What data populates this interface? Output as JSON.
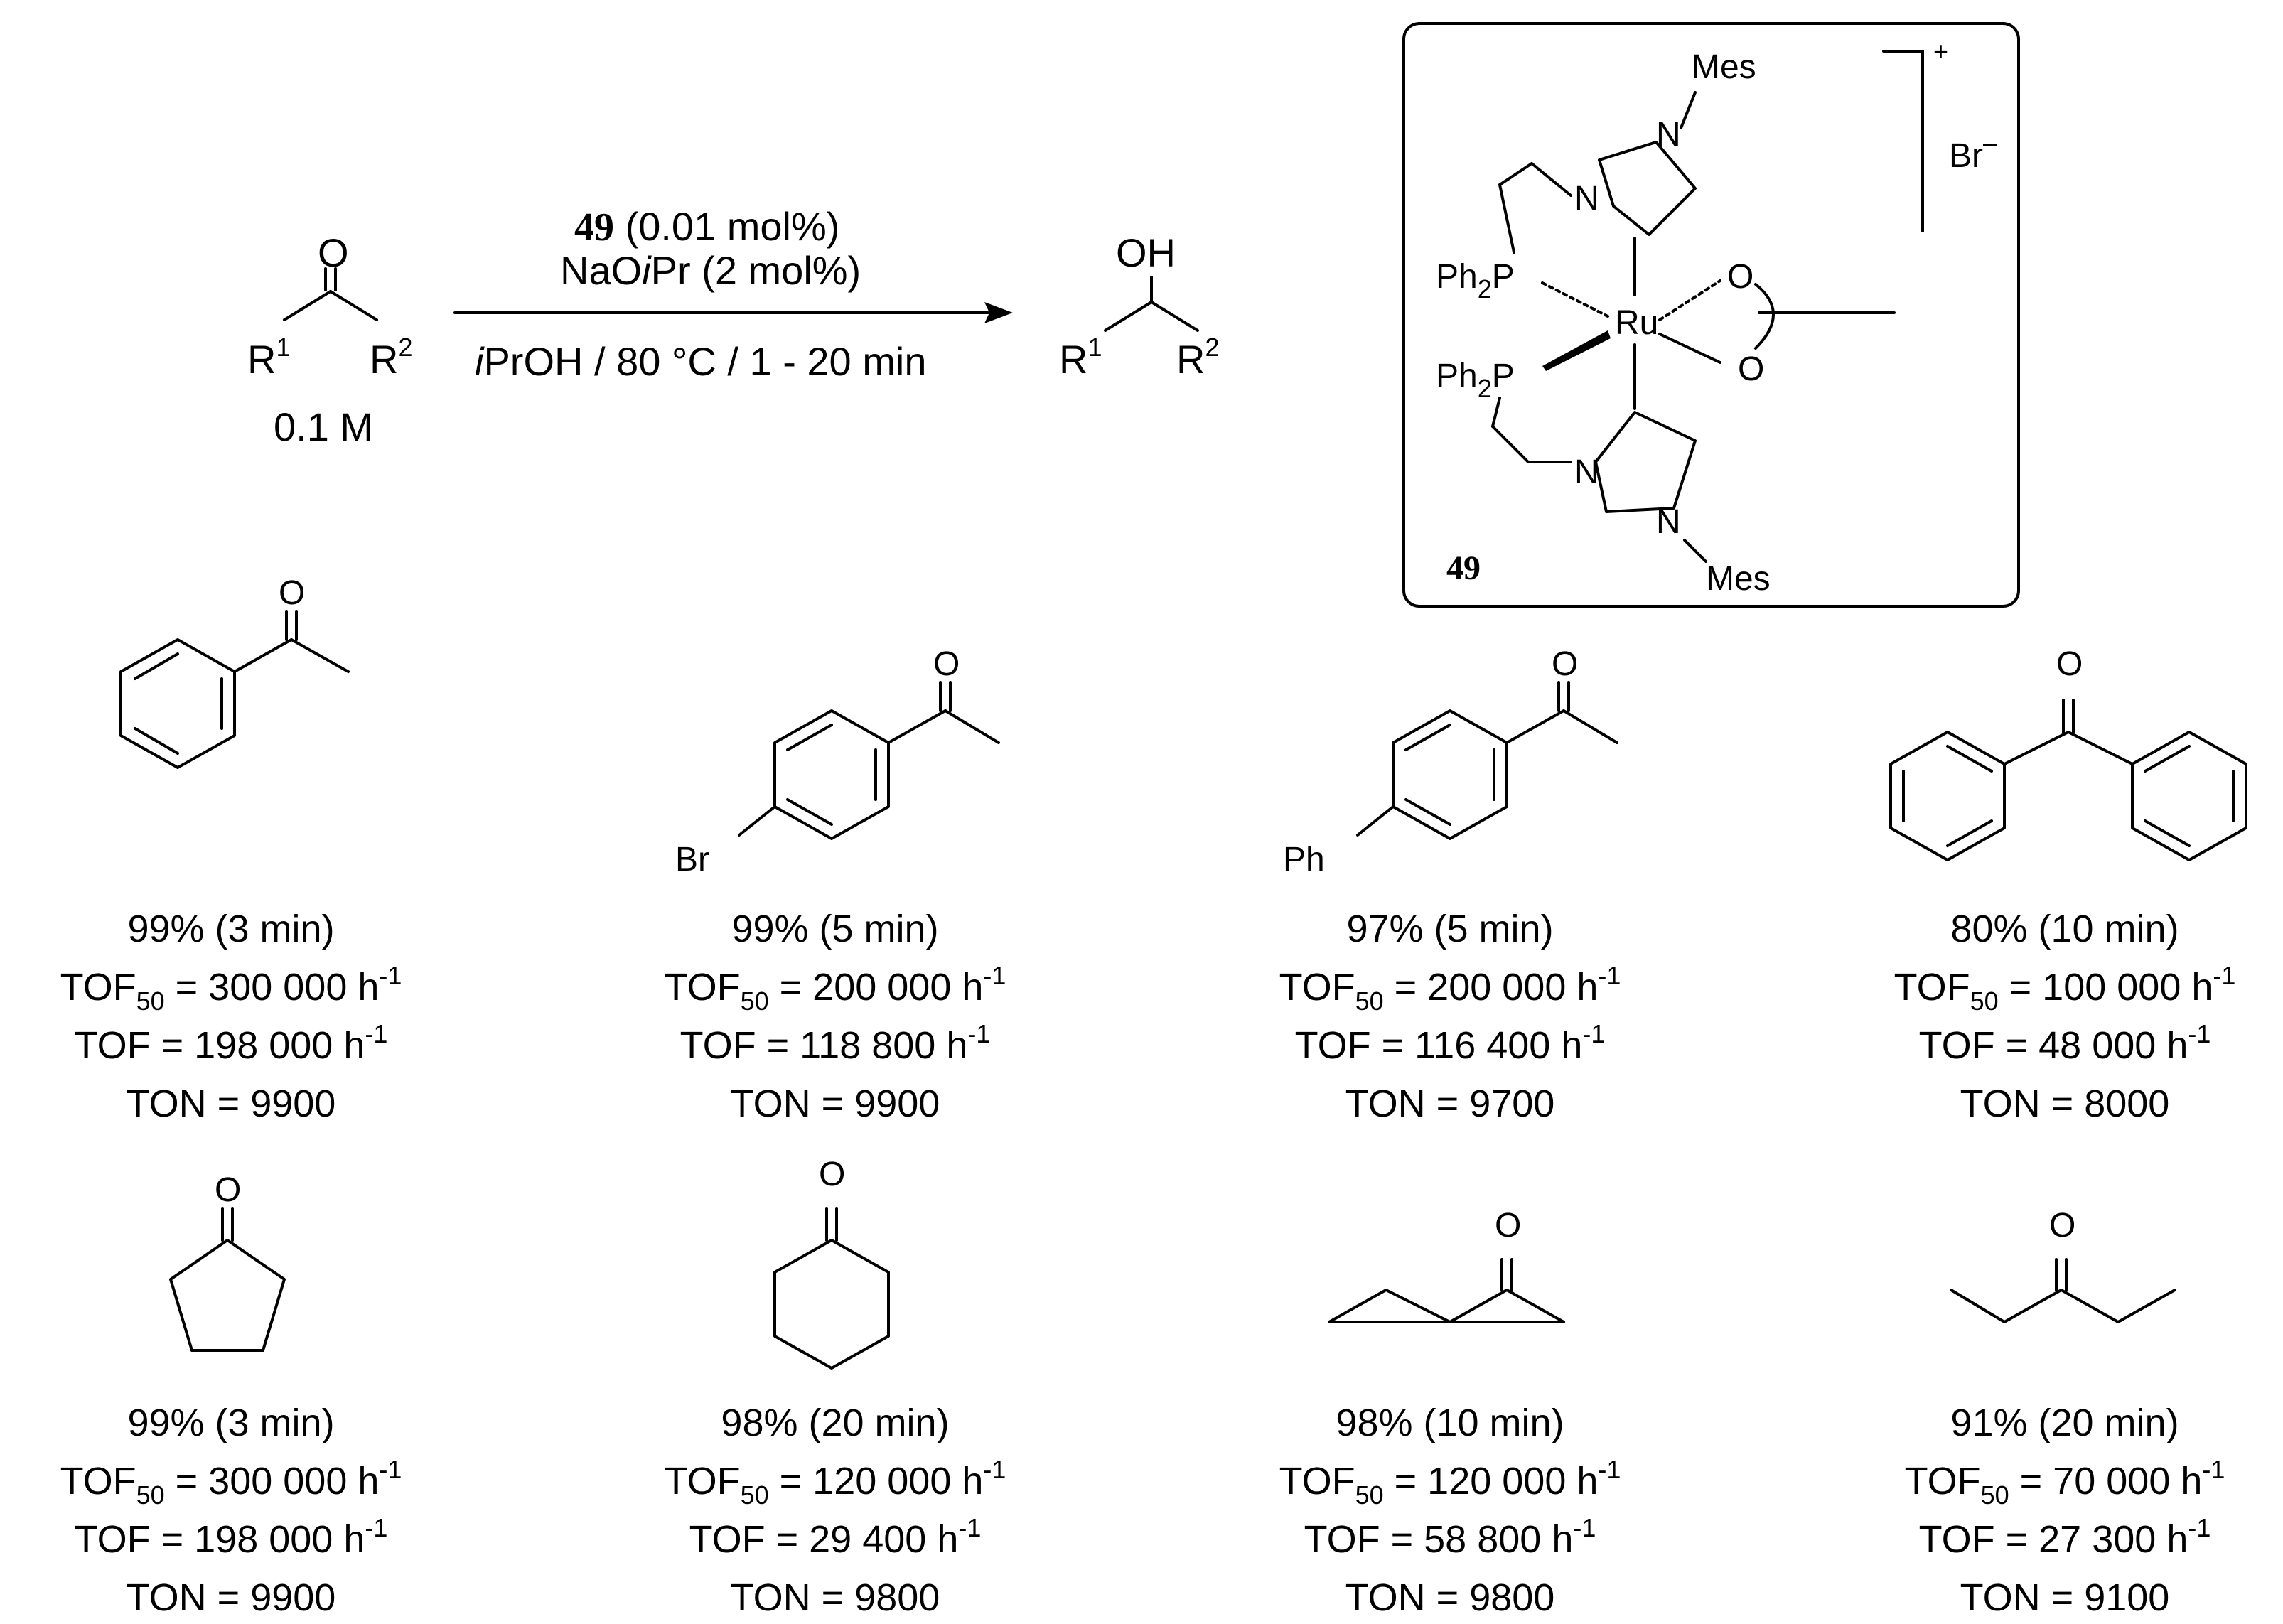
{
  "scheme": {
    "reagent_compound": "49",
    "reagent_loading": "(0.01 mol%)",
    "base": "NaO",
    "base_suffix": "Pr (2 mol%)",
    "iso_prefix": "i",
    "conditions": "PrOH / 80 °C / 1 - 20 min",
    "concentration": "0.1 M",
    "substituent_r": "R",
    "sup1": "1",
    "sup2": "2",
    "o_label": "O",
    "oh_label": "OH"
  },
  "catalyst": {
    "label": "49",
    "metal": "Ru",
    "ligand_p": "Ph",
    "ligand_p_sub": "2",
    "phosphorus": "P",
    "nitrogen": "N",
    "oxygen": "O",
    "mes": "Mes",
    "charge": "+",
    "counterion": "Br",
    "counterion_charge": "–"
  },
  "substrate_labels": {
    "br": "Br",
    "ph": "Ph",
    "o": "O"
  },
  "results_table": {
    "columns": [
      "yield_time",
      "TOF50",
      "TOF",
      "TON"
    ],
    "units": {
      "tof": "h",
      "tof_exp": "-1"
    },
    "rows": [
      {
        "yield": "99% (3 min)",
        "tof50_prefix": "TOF",
        "tof50_sub": "50",
        "tof50": " = 300 000 h",
        "tof": "TOF = 198 000 h",
        "ton": "TON = 9900"
      },
      {
        "yield": "99% (5 min)",
        "tof50_prefix": "TOF",
        "tof50_sub": "50",
        "tof50": " = 200 000 h",
        "tof": "TOF = 118 800 h",
        "ton": "TON = 9900"
      },
      {
        "yield": "97% (5 min)",
        "tof50_prefix": "TOF",
        "tof50_sub": "50",
        "tof50": " = 200 000 h",
        "tof": "TOF = 116 400 h",
        "ton": "TON = 9700"
      },
      {
        "yield": "80% (10 min)",
        "tof50_prefix": "TOF",
        "tof50_sub": "50",
        "tof50": " = 100 000 h",
        "tof": "TOF = 48 000 h",
        "ton": "TON = 8000"
      },
      {
        "yield": "99% (3 min)",
        "tof50_prefix": "TOF",
        "tof50_sub": "50",
        "tof50": " = 300 000 h",
        "tof": "TOF = 198 000 h",
        "ton": "TON = 9900"
      },
      {
        "yield": "98% (20 min)",
        "tof50_prefix": "TOF",
        "tof50_sub": "50",
        "tof50": " = 120 000 h",
        "tof": "TOF = 29 400 h",
        "ton": "TON = 9800"
      },
      {
        "yield": "98% (10 min)",
        "tof50_prefix": "TOF",
        "tof50_sub": "50",
        "tof50": " = 120 000 h",
        "tof": "TOF = 58 800 h",
        "ton": "TON = 9800"
      },
      {
        "yield": "91% (20 min)",
        "tof50_prefix": "TOF",
        "tof50_sub": "50",
        "tof50": " = 70 000 h",
        "tof": "TOF = 27 300 h",
        "ton": "TON = 9100"
      }
    ]
  }
}
